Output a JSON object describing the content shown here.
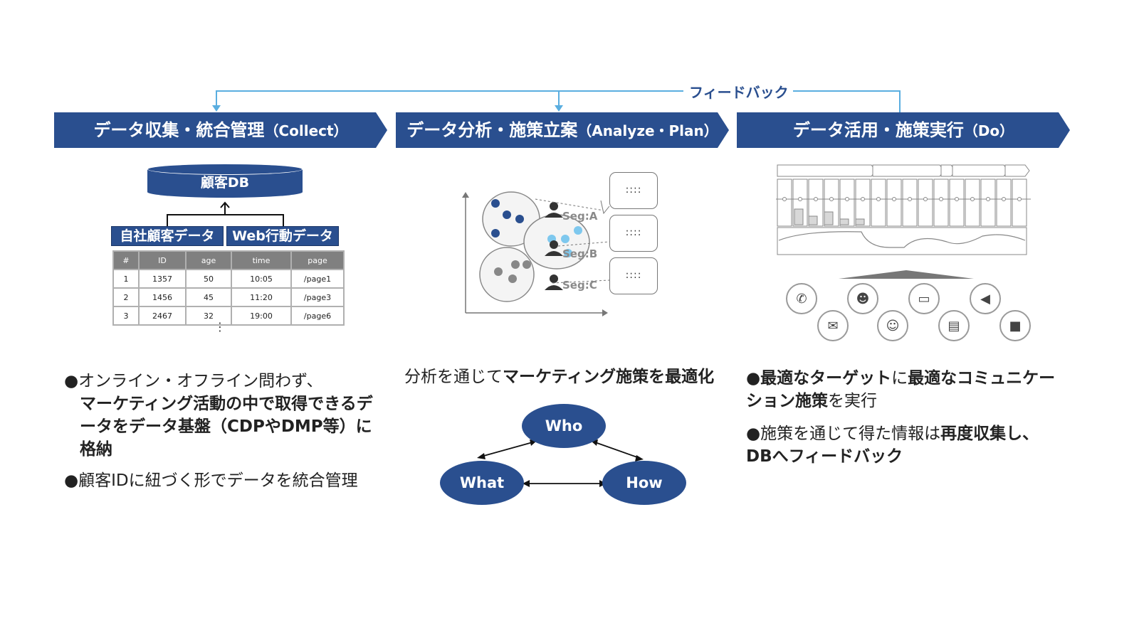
{
  "feedback_label": "フィードバック",
  "phases": [
    {
      "title": "データ収集・統合管理",
      "sub": "（Collect）"
    },
    {
      "title": "データ分析・施策立案",
      "sub": "（Analyze・Plan）"
    },
    {
      "title": "データ活用・施策実行",
      "sub": "（Do）"
    }
  ],
  "collect": {
    "db_label": "顧客DB",
    "source1": "自社顧客データ",
    "source2": "Web行動データ",
    "table": {
      "headers": [
        "#",
        "ID",
        "age",
        "time",
        "page"
      ],
      "rows": [
        [
          "1",
          "1357",
          "50",
          "10:05",
          "/page1"
        ],
        [
          "2",
          "1456",
          "45",
          "11:20",
          "/page3"
        ],
        [
          "3",
          "2467",
          "32",
          "19:00",
          "/page6"
        ]
      ]
    },
    "continuation": "⋮",
    "bullet1": {
      "mark": "●",
      "normal": "オンライン・オフライン問わず、",
      "bold": "マーケティング活動の中で取得できるデータをデータ基盤（CDPやDMP等）に格納"
    },
    "bullet2": {
      "mark": "●",
      "normal": "顧客IDに紐づく形でデータを統合管理"
    }
  },
  "analyze": {
    "segments": [
      "Seg:A",
      "Seg:B",
      "Seg:C"
    ],
    "bubble_text": "::::",
    "caption_normal": "分析を通じて",
    "caption_bold": "マーケティング施策を最適化",
    "nodes": [
      "Who",
      "What",
      "How"
    ]
  },
  "do": {
    "bullet1": {
      "mark": "●",
      "bold1": "最適なターゲット",
      "normal1": "に",
      "bold2": "最適なコミュニケーション施策",
      "normal2": "を実行"
    },
    "bullet2": {
      "mark": "●",
      "normal1": "施策を通じて得た情報は",
      "bold1": "再度収集し、DBへフィードバック"
    }
  },
  "colors": {
    "primary": "#2a4f8f",
    "feedback_line": "#5aaee0",
    "light_dot": "#7ec8ee",
    "grey_dot": "#888888"
  }
}
